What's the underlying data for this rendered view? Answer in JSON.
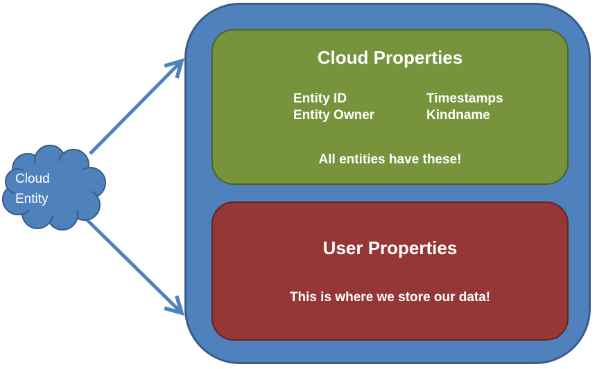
{
  "entity": {
    "line1": "Cloud",
    "line2": "Entity"
  },
  "cloud_properties": {
    "title": "Cloud Properties",
    "items": [
      "Entity ID",
      "Timestamps",
      "Entity Owner",
      "Kindname"
    ],
    "note": "All entities have these!"
  },
  "user_properties": {
    "title": "User Properties",
    "note": "This is where we store our data!"
  },
  "colors": {
    "outer": "#4f81bd",
    "cloud_panel": "#77933c",
    "user_panel": "#953735",
    "cloud_shape": "#4f81bd"
  }
}
